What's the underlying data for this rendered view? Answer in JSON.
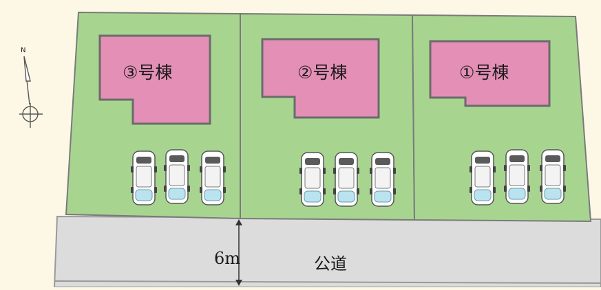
{
  "buildings": [
    {
      "label": "③号棟"
    },
    {
      "label": "②号棟"
    },
    {
      "label": "①号棟"
    }
  ],
  "road": {
    "width_label": "6m",
    "name": "公道"
  },
  "compass": {
    "north": "N"
  },
  "colors": {
    "lot": "#a7d590",
    "lot_border": "#7a7a7a",
    "building": "#e48fb6",
    "building_border": "#6b6b6b",
    "road": "#dcdcdc",
    "car_glass": "#b9e3ef",
    "background": "#fdf8e6"
  }
}
